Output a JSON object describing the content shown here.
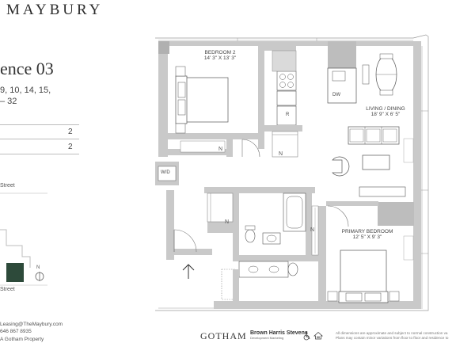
{
  "brand": "MAYBURY",
  "residence_title": "ence 03",
  "floors_line1": "9, 10, 14, 15,",
  "floors_line2": "– 32",
  "summary_rows": [
    {
      "value": "2"
    },
    {
      "value": "2"
    }
  ],
  "streets": {
    "top": "Street",
    "bottom": "Street"
  },
  "compass": "N",
  "contact": {
    "email": "Leasing@TheMaybury.com",
    "phone": "646 867 8935",
    "company": "A Gotham Property"
  },
  "logos": {
    "gotham": "GOTHAM",
    "bhs": "Brown Harris Stevens",
    "bhs_sub": "Development Marketing"
  },
  "disclaimer": {
    "line1": "All dimensions are approximate and subject to normal construction va",
    "line2": "Plans may contain minor variations from floor to floor and residence to"
  },
  "rooms": {
    "bedroom2_name": "BEDROOM 2",
    "bedroom2_dims": "14' 3\" X 13' 3\"",
    "living_name": "LIVING / DINING",
    "living_dims": "18' 9\" X 6' 5\"",
    "primary_name": "PRIMARY BEDROOM",
    "primary_dims": "12' 5\" X 9' 3\"",
    "wd": "W/D",
    "dw": "DW",
    "fridge": "R"
  },
  "accent_color": "#2d4a3a"
}
